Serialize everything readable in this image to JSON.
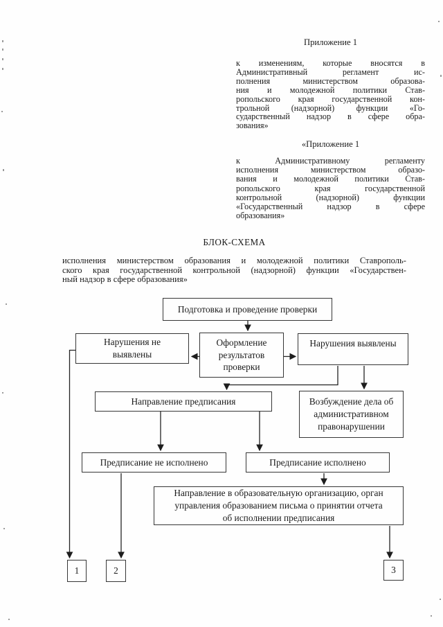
{
  "page": {
    "appendix": {
      "heading": "Приложение 1",
      "body": "к изменениям, которые вносятся в\nАдминистративный регламент ис-\nполнения министерством образова-\nния и молодежной политики Став-\nропольского края государственной кон-\nтрольной (надзорной) функции «Го-\nсударственный надзор в сфере обра-\nзования»"
    },
    "appendix_quoted": {
      "heading": "«Приложение 1",
      "body": "к Административному регламенту\nисполнения министерством образо-\nвания и молодежной политики Став-\nропольского края государственной\nконтрольной (надзорной) функции\n«Государственный надзор в сфере\nобразования»"
    },
    "scheme": {
      "title": "БЛОК-СХЕМА",
      "subtitle": "исполнения министерством образования и молодежной политики Ставрополь-\nского края государственной контрольной (надзорной) функции «Государствен-\nный надзор в сфере образования»"
    }
  },
  "flowchart": {
    "nodes": {
      "start": "Подготовка и проведение проверки",
      "no_violations": "Нарушения не\nвыявлены",
      "results": "Оформление\nрезультатов\nпроверки",
      "violations": "Нарушения выявлены",
      "prescription": "Направление предписания",
      "admin_case": "Возбуждение дела об\nадминистративном\nправонарушении",
      "not_fulfilled": "Предписание не исполнено",
      "fulfilled": "Предписание исполнено",
      "report_letter": "Направление в образовательную организацию, орган\nуправления образованием письма о принятии отчета\nоб исполнении предписания",
      "terminal_1": "1",
      "terminal_2": "2",
      "terminal_3": "3"
    }
  },
  "colors": {
    "ink": "#1b1b1b",
    "paper": "#fefefe",
    "box_border": "#353535"
  }
}
